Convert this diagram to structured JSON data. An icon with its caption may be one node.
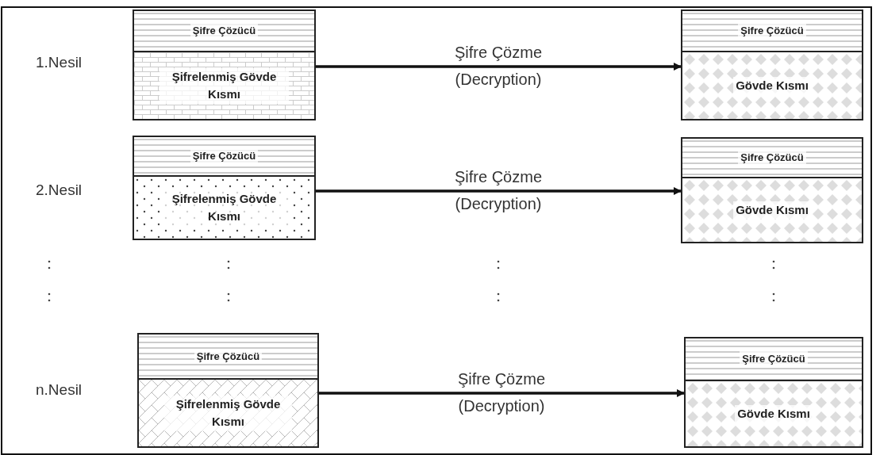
{
  "diagram": {
    "nodes": [
      {
        "text": [
          "Şifre Çözücü"
        ]
      },
      {
        "text": [
          "Şifrelenmiş Gövde Kısmı"
        ]
      },
      {
        "text": [
          "Şifre Çözücü"
        ]
      },
      {
        "text": [
          "Gövde Kısmı"
        ]
      },
      {
        "text": [
          "Şifre Çözücü"
        ]
      },
      {
        "text": [
          "Şifrelenmiş Gövde Kısmı"
        ]
      },
      {
        "text": [
          "Şifre Çözücü"
        ]
      },
      {
        "text": [
          "Gövde Kısmı"
        ]
      },
      {
        "text": [
          "Şifre Çözücü"
        ]
      },
      {
        "text": [
          "Şifrelenmiş Gövde Kısmı"
        ]
      },
      {
        "text": [
          "Şifre Çözücü"
        ]
      },
      {
        "text": [
          "Gövde Kısmı"
        ]
      }
    ],
    "edges": [
      {
        "from": 1,
        "to": 3,
        "arrow": "to",
        "label": "Şifre Çözme (Decryption)"
      },
      {
        "from": 5,
        "to": 7,
        "arrow": "to",
        "label": "Şifre Çözme (Decryption)"
      },
      {
        "from": 9,
        "to": 11,
        "arrow": "to",
        "label": "Şifre Çözme (Decryption)"
      }
    ],
    "labels": [
      "1.Nesil",
      "2.Nesil",
      "n.Nesil"
    ]
  }
}
